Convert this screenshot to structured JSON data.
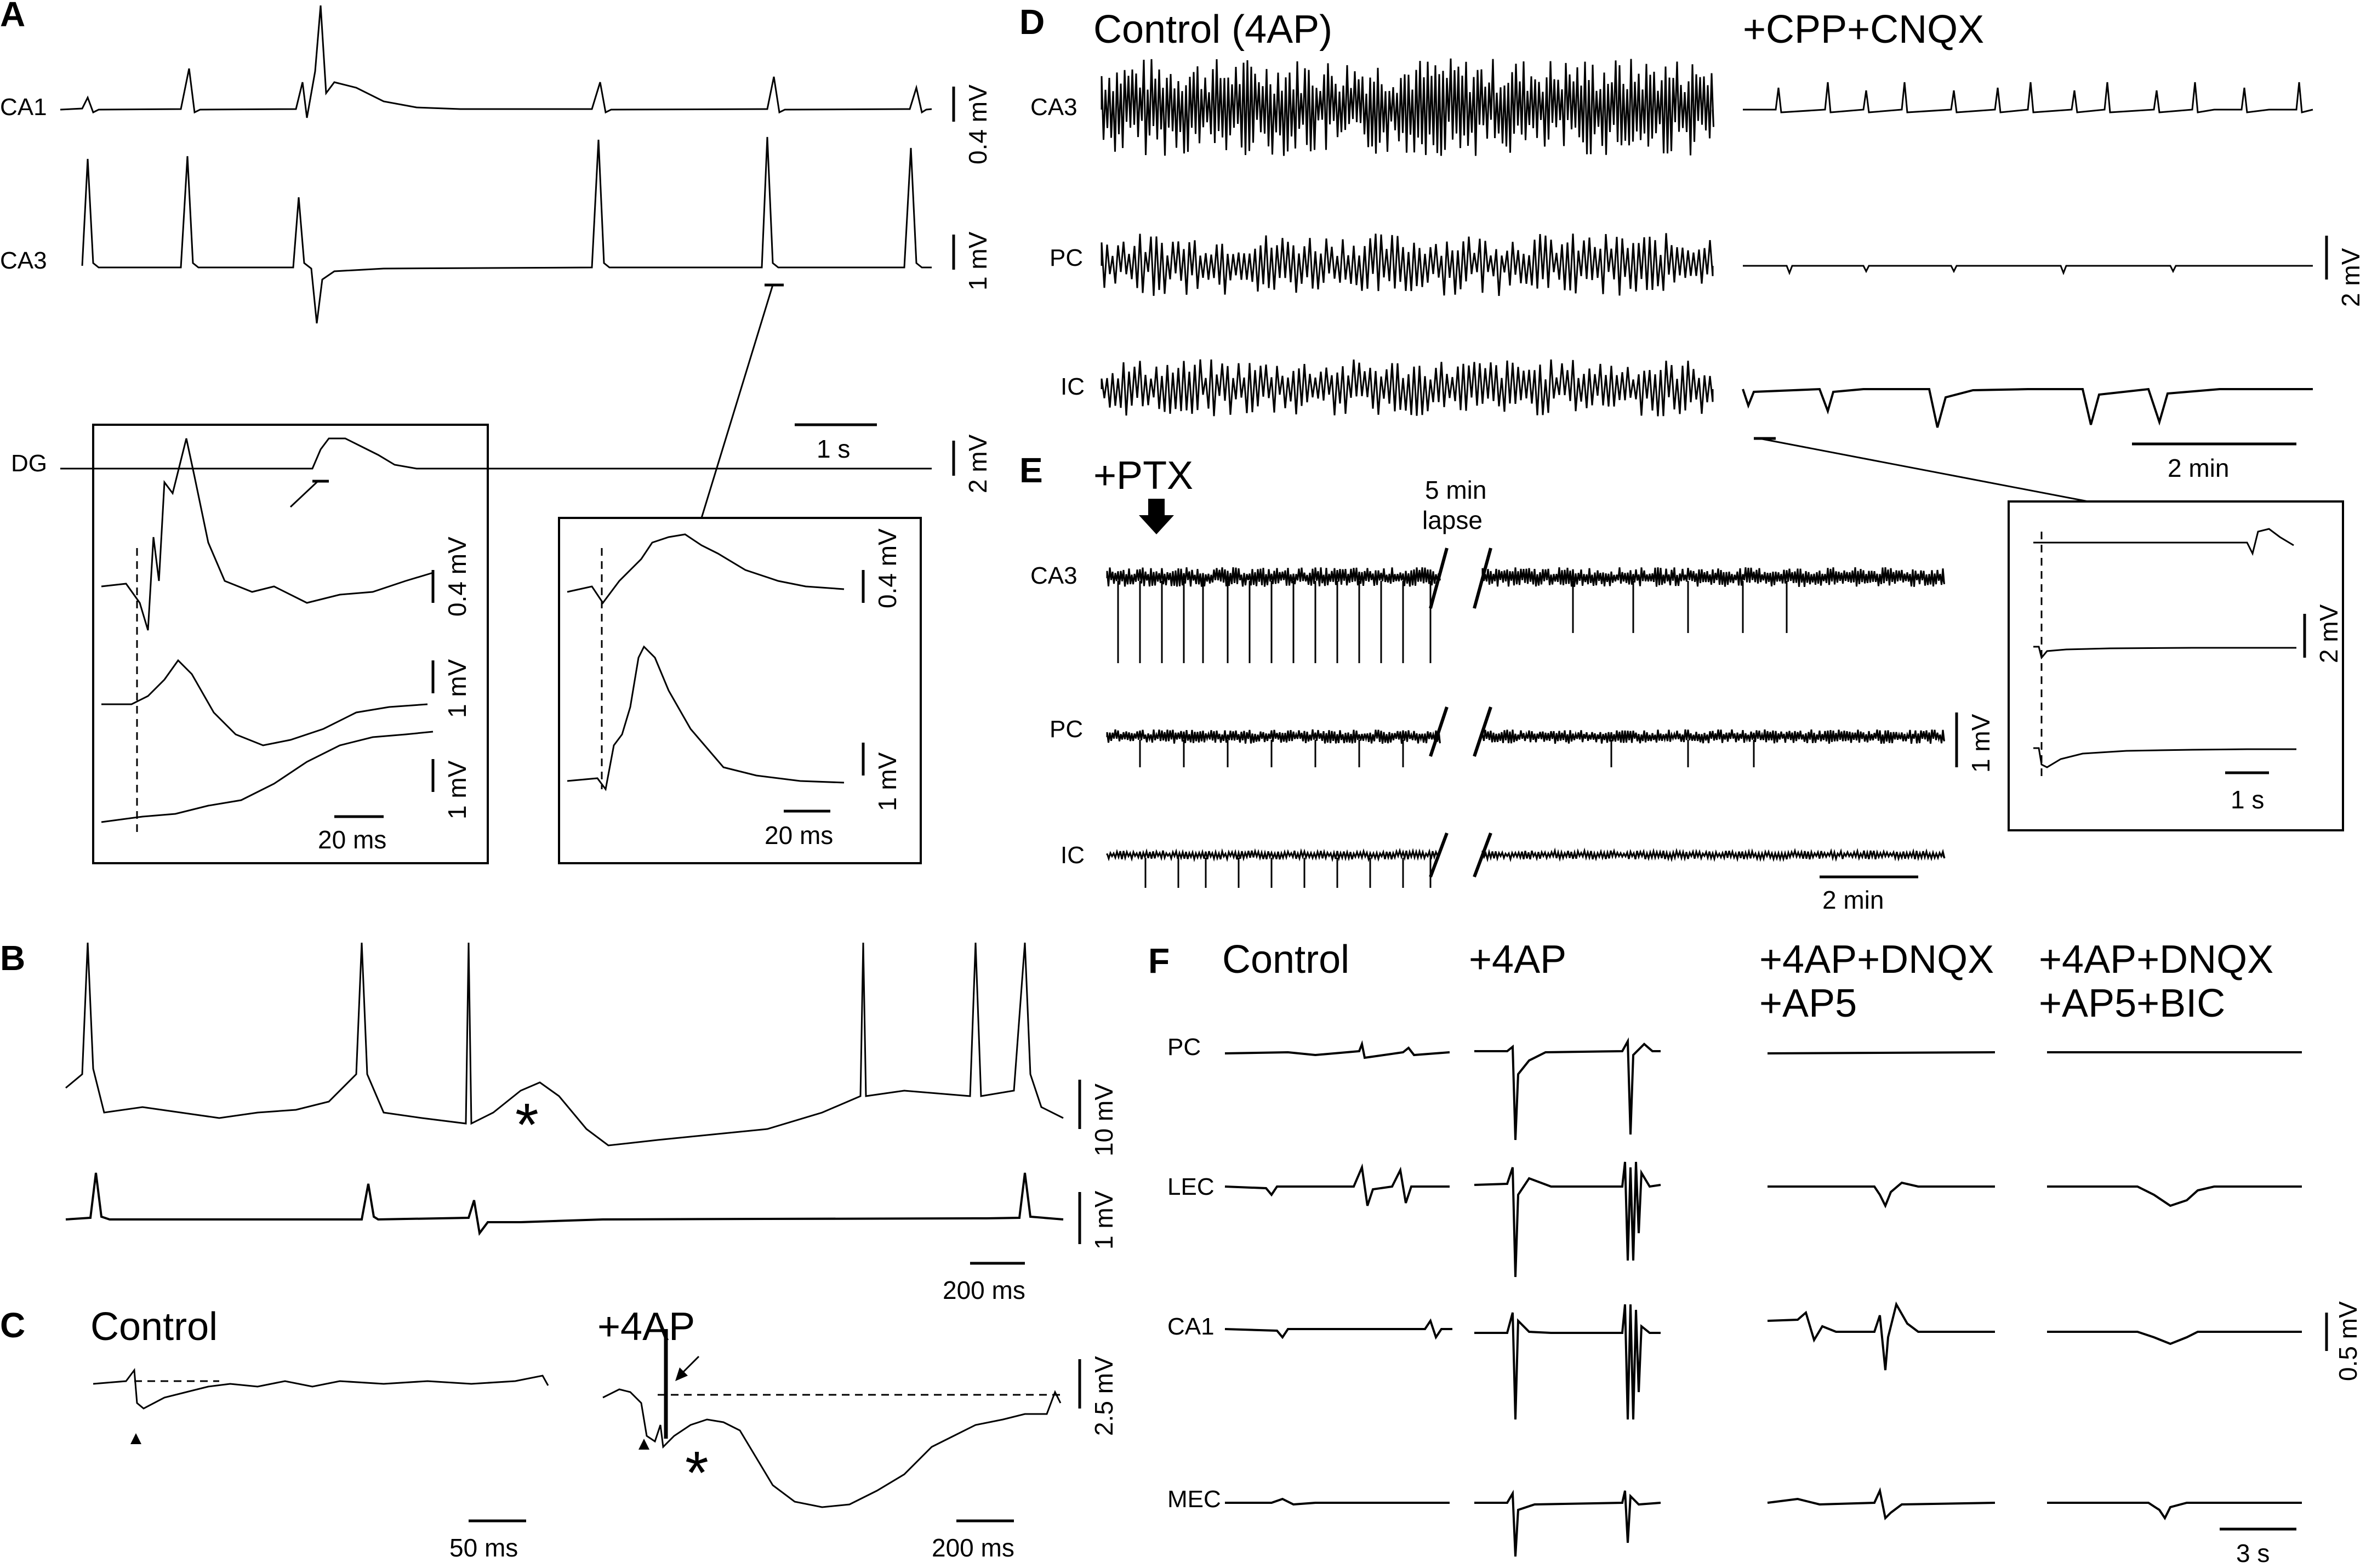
{
  "panels": {
    "A": {
      "label": "A",
      "channels": [
        "CA1",
        "CA3",
        "DG"
      ],
      "scales": [
        "0.4 mV",
        "1 mV",
        "2 mV"
      ],
      "time_scale": "1 s",
      "inset_left": {
        "scales": [
          "0.4 mV",
          "1 mV",
          "1 mV"
        ],
        "time": "20 ms"
      },
      "inset_right": {
        "scales": [
          "0.4 mV",
          "1 mV"
        ],
        "time": "20 ms"
      }
    },
    "B": {
      "label": "B",
      "asterisk": "*",
      "scales": [
        "10 mV",
        "1 mV"
      ],
      "time": "200 ms"
    },
    "C": {
      "label": "C",
      "conditions": [
        "Control",
        "+4AP"
      ],
      "asterisk": "*",
      "time_left": "50 ms",
      "time_right": "200 ms",
      "scale": "2.5 mV"
    },
    "D": {
      "label": "D",
      "conditions": [
        "Control (4AP)",
        "+CPP+CNQX"
      ],
      "channels": [
        "CA3",
        "PC",
        "IC"
      ],
      "scale": "2 mV",
      "time": "2 min",
      "inset": {
        "scale": "2 mV",
        "time": "1 s"
      }
    },
    "E": {
      "label": "E",
      "drug": "+PTX",
      "lapse_line1": "5 min",
      "lapse_line2": "lapse",
      "channels": [
        "CA3",
        "PC",
        "IC"
      ],
      "scale": "1 mV",
      "time": "2 min"
    },
    "F": {
      "label": "F",
      "conditions": [
        "Control",
        "+4AP",
        "+4AP+DNQX",
        "+AP5",
        "+4AP+DNQX",
        "+AP5+BIC"
      ],
      "channels": [
        "PC",
        "LEC",
        "CA1",
        "MEC"
      ],
      "scale": "0.5 mV",
      "time": "3 s"
    }
  }
}
